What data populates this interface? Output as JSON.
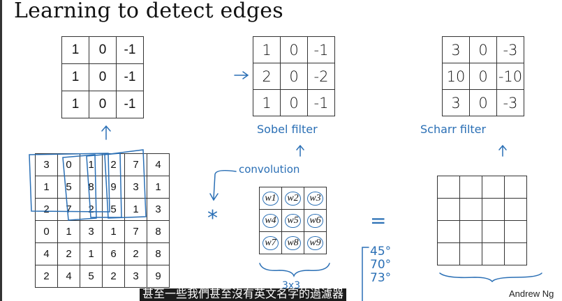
{
  "slide": {
    "title": "Learning to detect edges",
    "author": "Andrew Ng",
    "subtitle": "甚至一些我們甚至沒有英文名字的過濾器"
  },
  "vertical_filter": [
    [
      "1",
      "0",
      "-1"
    ],
    [
      "1",
      "0",
      "-1"
    ],
    [
      "1",
      "0",
      "-1"
    ]
  ],
  "sobel": {
    "label": "Sobel filter",
    "matrix": [
      [
        "1",
        "0",
        "-1"
      ],
      [
        "2",
        "0",
        "-2"
      ],
      [
        "1",
        "0",
        "-1"
      ]
    ]
  },
  "scharr": {
    "label": "Scharr filter",
    "matrix": [
      [
        "3",
        "0",
        "-3"
      ],
      [
        "10",
        "0",
        "-10"
      ],
      [
        "3",
        "0",
        "-3"
      ]
    ]
  },
  "image_matrix": [
    [
      "3",
      "0",
      "1",
      "2",
      "7",
      "4"
    ],
    [
      "1",
      "5",
      "8",
      "9",
      "3",
      "1"
    ],
    [
      "2",
      "7",
      "2",
      "5",
      "1",
      "3"
    ],
    [
      "0",
      "1",
      "3",
      "1",
      "7",
      "8"
    ],
    [
      "4",
      "2",
      "1",
      "6",
      "2",
      "8"
    ],
    [
      "2",
      "4",
      "5",
      "2",
      "3",
      "9"
    ]
  ],
  "annotations": {
    "convolution": "convolution",
    "star": "*",
    "equals": "=",
    "kernel_size": "3x3",
    "angles": [
      "45°",
      "70°",
      "73°"
    ]
  },
  "weights": [
    [
      "w1",
      "w2",
      "w3"
    ],
    [
      "w4",
      "w5",
      "w6"
    ],
    [
      "w7",
      "w8",
      "w9"
    ]
  ]
}
